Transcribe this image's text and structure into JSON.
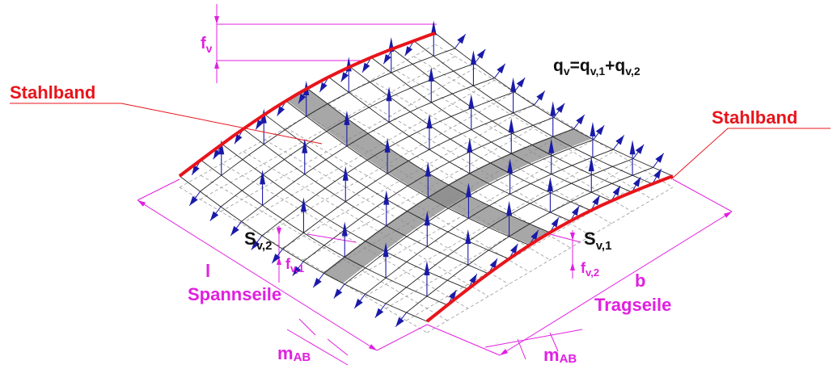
{
  "colors": {
    "steel_band": "#e8141b",
    "dimension": "#e020e0",
    "load_arrow": "#1a1aa8",
    "mesh": "#222222",
    "hidden_mesh": "#9a9a9a",
    "strip": "#8a8a8a"
  },
  "labels": {
    "stahlband_left": "Stahlband",
    "stahlband_right": "Stahlband",
    "load_formula": {
      "main": "q",
      "sub1": "v",
      "eq": "=q",
      "sub2": "v,1",
      "plus": "+q",
      "sub3": "v,2"
    },
    "fv": {
      "main": "f",
      "sub": "v"
    },
    "sv2": {
      "main": "S",
      "sub": "v,2"
    },
    "sv1": {
      "main": "S",
      "sub": "v,1"
    },
    "fv1": {
      "main": "f",
      "sub": "v,1"
    },
    "fv2": {
      "main": "f",
      "sub": "v,2"
    },
    "l": "l",
    "spannseile": "Spannseile",
    "b": "b",
    "tragseile": "Tragseile",
    "mab_left": {
      "main": "m",
      "sub": "AB"
    },
    "mab_right": {
      "main": "m",
      "sub": "AB"
    }
  }
}
